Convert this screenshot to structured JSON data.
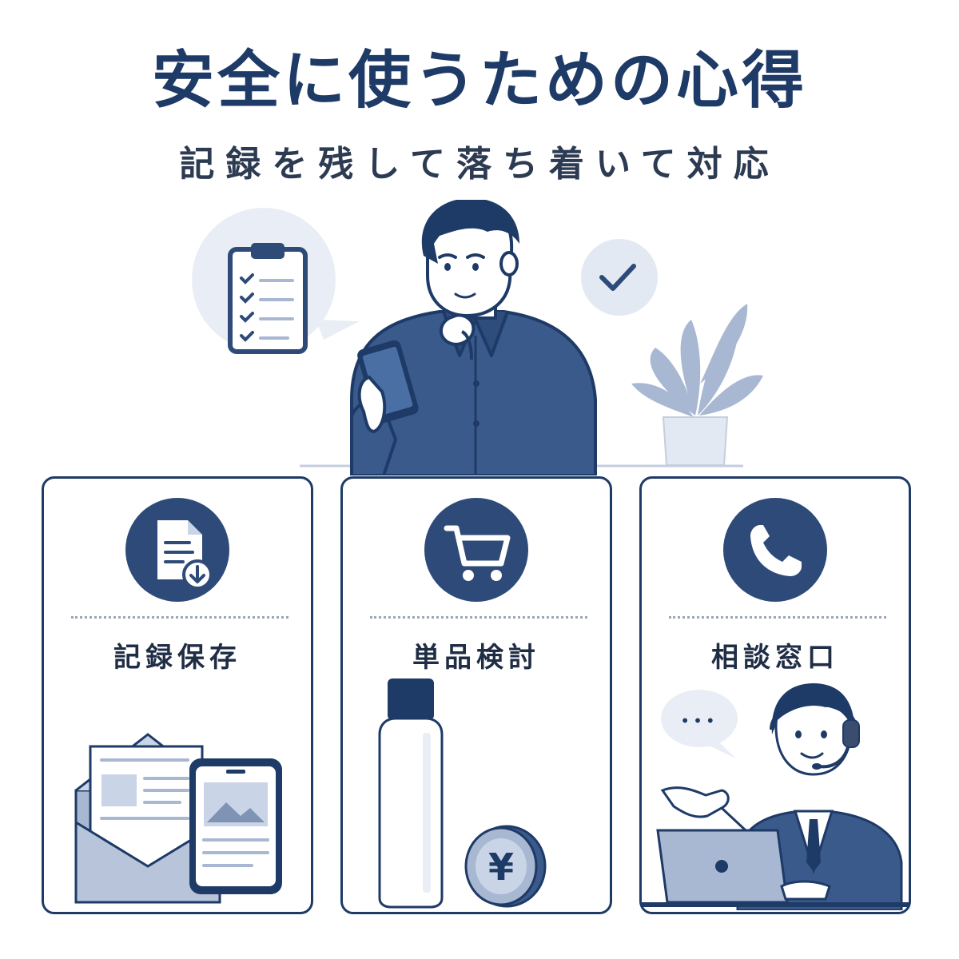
{
  "header": {
    "title": "安全に使うための心得",
    "subtitle": "記録を残して落ち着いて対応"
  },
  "cards": [
    {
      "label": "記録保存",
      "icon": "document-download-icon"
    },
    {
      "label": "単品検討",
      "icon": "shopping-cart-icon"
    },
    {
      "label": "相談窓口",
      "icon": "phone-icon"
    }
  ],
  "illustration": {
    "coin_symbol": "¥",
    "speech_dots": "•••"
  },
  "colors": {
    "navy": "#1e3a66",
    "badge": "#2d4a78",
    "light": "#e9eef6",
    "mid": "#a9b8d2"
  }
}
